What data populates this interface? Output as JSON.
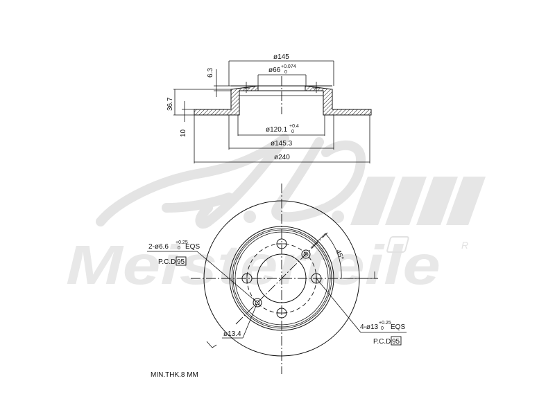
{
  "drawing": {
    "title": "Brake disc technical drawing",
    "watermark": {
      "logo_initials": "A.L.",
      "brand": "Meisterteile",
      "registered_mark": "R"
    },
    "section_view": {
      "dims": {
        "d145": "ø145",
        "d66": "ø66",
        "d66_tol_upper": "+0.074",
        "d66_tol_lower": "0",
        "d120": "ø120.1",
        "d120_tol_upper": "+0.4",
        "d120_tol_lower": "0",
        "d145_3": "ø145.3",
        "d240": "ø240",
        "h6_3": "6.3",
        "h36_7": "36.7",
        "h10": "10"
      }
    },
    "front_view": {
      "holes_small": {
        "count_prefix": "2-ø6.6",
        "tol_upper": "+0.25",
        "tol_lower": "0",
        "suffix": "EQS",
        "pcd_label": "P.C.D",
        "pcd_value": "95"
      },
      "holes_large": {
        "count_prefix": "4-ø13",
        "tol_upper": "+0.25",
        "tol_lower": "0",
        "suffix": "EQS",
        "pcd_label": "P.C.D",
        "pcd_value": "95"
      },
      "hole_d13_4": "ø13.4",
      "angle": "45°",
      "min_thickness": "MIN.THK.8  MM"
    }
  }
}
